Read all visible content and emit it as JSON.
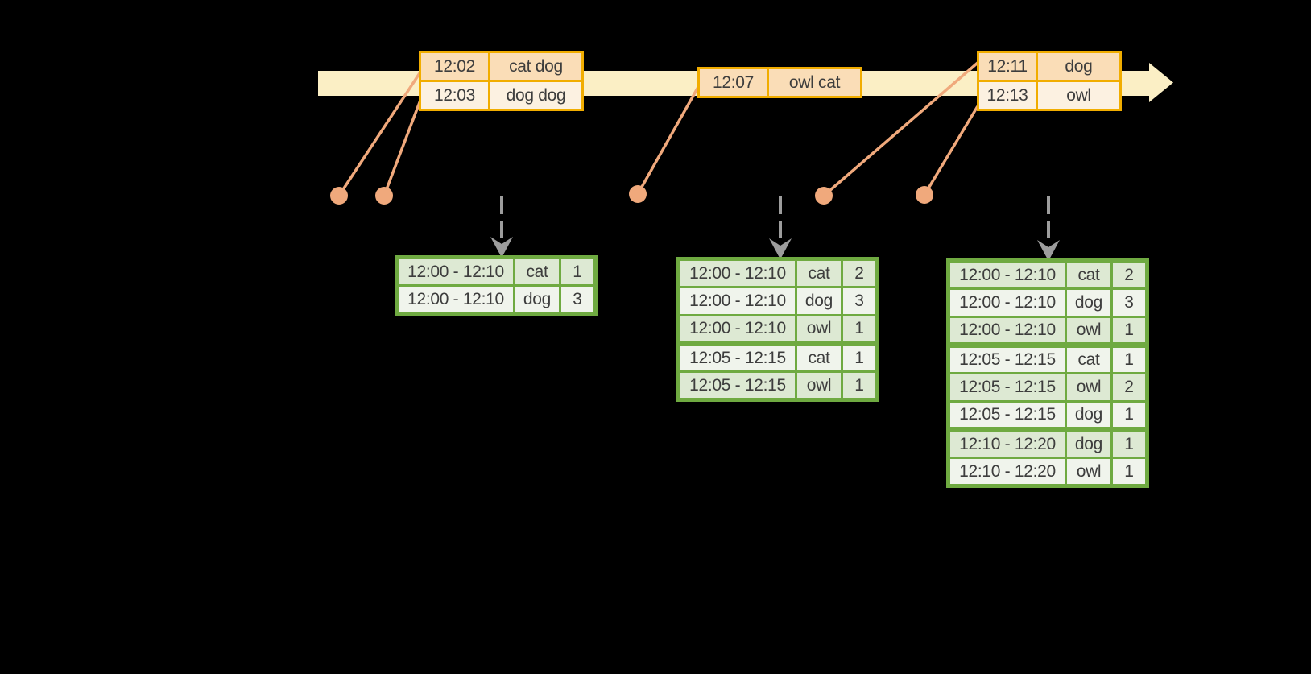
{
  "colors": {
    "background": "#000000",
    "timeline-fill": "#FBEFC5",
    "event-border": "#F1AD00",
    "event-row-a": "#FADDB7",
    "event-row-b": "#FCF1E1",
    "connector": "#F0A97C",
    "result-border": "#6FAA41",
    "result-row-a": "#DDE9D3",
    "result-row-b": "#F0F4EC",
    "trigger-arrow": "#9D9D9D",
    "text": "#3D3D3D"
  },
  "icons": {
    "timeline-arrowhead": "right-arrow",
    "trigger-arrowhead": "down-arrow"
  },
  "event_tables": [
    {
      "rows": [
        [
          "12:02",
          "cat dog"
        ],
        [
          "12:03",
          "dog dog"
        ]
      ]
    },
    {
      "rows": [
        [
          "12:07",
          "owl cat"
        ]
      ]
    },
    {
      "rows": [
        [
          "12:11",
          "dog"
        ],
        [
          "12:13",
          "owl"
        ]
      ]
    }
  ],
  "result_tables": [
    {
      "rows": [
        [
          "12:00 - 12:10",
          "cat",
          "1"
        ],
        [
          "12:00 - 12:10",
          "dog",
          "3"
        ]
      ]
    },
    {
      "rows": [
        [
          "12:00 - 12:10",
          "cat",
          "2"
        ],
        [
          "12:00 - 12:10",
          "dog",
          "3"
        ],
        [
          "12:00 - 12:10",
          "owl",
          "1"
        ],
        [
          "12:05 - 12:15",
          "cat",
          "1"
        ],
        [
          "12:05 - 12:15",
          "owl",
          "1"
        ]
      ]
    },
    {
      "rows": [
        [
          "12:00 - 12:10",
          "cat",
          "2"
        ],
        [
          "12:00 - 12:10",
          "dog",
          "3"
        ],
        [
          "12:00 - 12:10",
          "owl",
          "1"
        ],
        [
          "12:05 - 12:15",
          "cat",
          "1"
        ],
        [
          "12:05 - 12:15",
          "owl",
          "2"
        ],
        [
          "12:05 - 12:15",
          "dog",
          "1"
        ],
        [
          "12:10 - 12:20",
          "dog",
          "1"
        ],
        [
          "12:10 - 12:20",
          "owl",
          "1"
        ]
      ]
    }
  ]
}
